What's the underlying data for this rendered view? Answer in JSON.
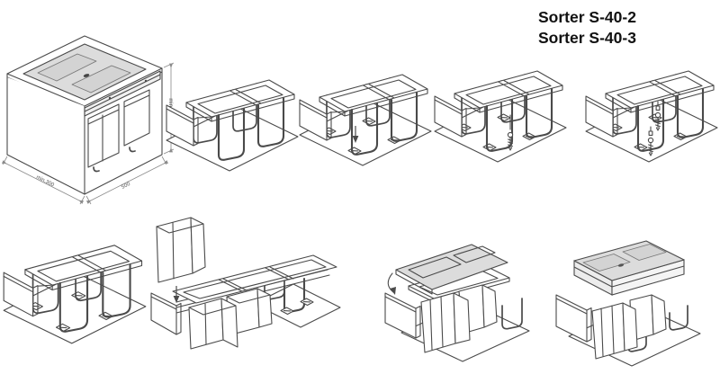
{
  "title": {
    "line1": "Sorter S-40-2",
    "line2": "Sorter S-40-3"
  },
  "dimension_labels": {
    "height": "min.380",
    "width": "min.300",
    "depth": "500"
  },
  "colors": {
    "background": "#ffffff",
    "line": "#4a4a4a",
    "dimension_line": "#8a8a8a",
    "lid_fill": "#dcdcdc",
    "title_text": "#111111"
  },
  "icons": {
    "down_arrow": "down-arrow-icon",
    "screw": "screw-icon",
    "mounting_clip": "clip-icon"
  }
}
